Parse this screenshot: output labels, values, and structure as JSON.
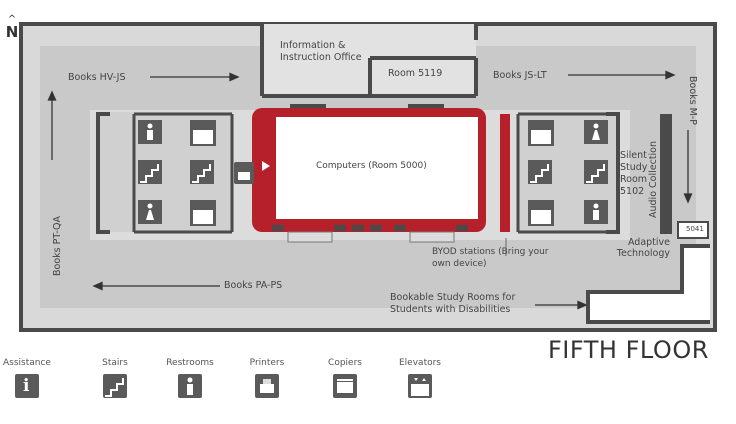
{
  "north_label": "N",
  "floor_title": "FIFTH FLOOR",
  "rooms": {
    "info_office": "Information & Instruction Office",
    "room_5119": "Room 5119",
    "computers": "Computers (Room 5000)",
    "silent_study": "Silent Study Room 5102",
    "audio_collection": "Audio Collection",
    "room_5041": "5041",
    "adaptive_tech": "Adaptive Technology",
    "byod": "BYOD stations (Bring your own device)",
    "bookable": "Bookable Study Rooms for Students with Disabilities"
  },
  "book_labels": {
    "hv_js": "Books HV-JS",
    "js_lt": "Books JS-LT",
    "m_p": "Books M-P",
    "pt_qa": "Books PT-QA",
    "pa_ps": "Books PA-PS"
  },
  "legend": [
    {
      "label": "Assistance",
      "icon": "assistance-icon"
    },
    {
      "label": "Stairs",
      "icon": "stairs-icon"
    },
    {
      "label": "Restrooms",
      "icon": "restroom-icon"
    },
    {
      "label": "Printers",
      "icon": "printer-icon"
    },
    {
      "label": "Copiers",
      "icon": "copier-icon"
    },
    {
      "label": "Elevators",
      "icon": "elevator-icon"
    }
  ],
  "colors": {
    "wall": "#4a4a4a",
    "floor": "#d9d9d9",
    "shelf_area": "#c8c8c8",
    "accent_red": "#b5202a"
  }
}
